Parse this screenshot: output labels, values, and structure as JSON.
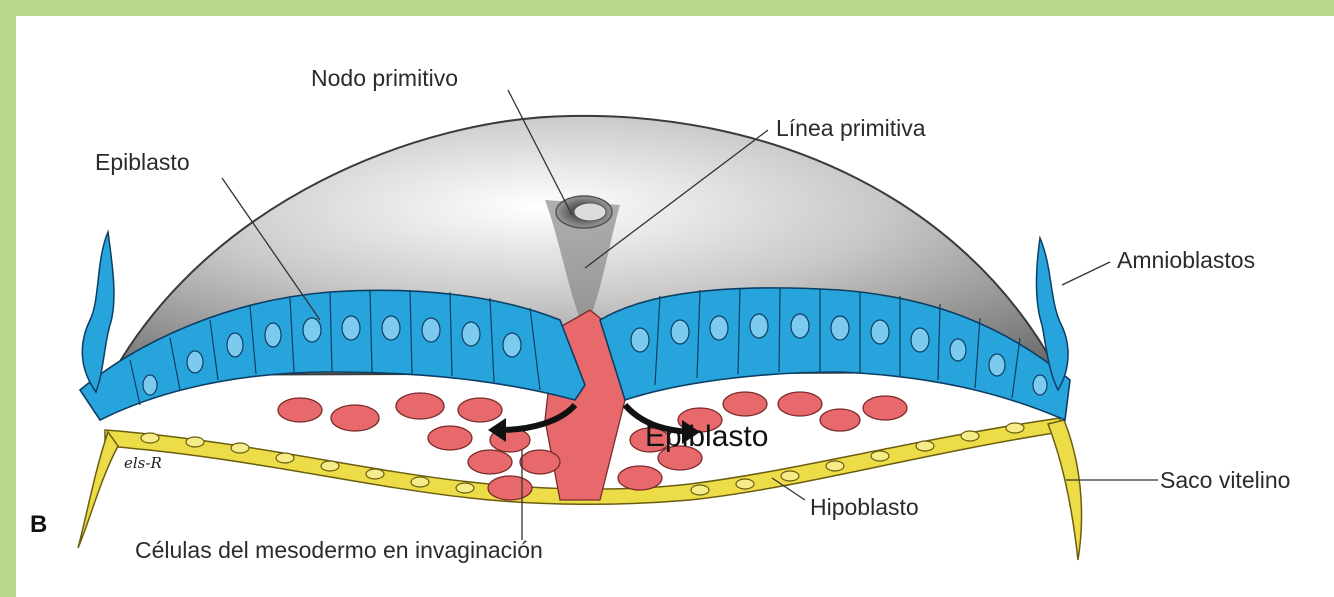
{
  "figure": {
    "panel_letter": "B",
    "signature": "els-R",
    "labels": {
      "nodo_primitivo": "Nodo primitivo",
      "linea_primitiva": "Línea primitiva",
      "epiblasto": "Epiblasto",
      "amnioblastos": "Amnioblastos",
      "saco_vitelino": "Saco vitelino",
      "hipoblasto": "Hipoblasto",
      "celulas_mesodermo": "Células del mesodermo en invaginación",
      "epiblasto_overlay": "Epiblasto"
    },
    "colors": {
      "epiblast": "#27a4dc",
      "mesoderm": "#e8696b",
      "hypoblast": "#ecdc48",
      "amnion_cavity": "#8f8f8f",
      "frame": "#b7d88c"
    }
  }
}
